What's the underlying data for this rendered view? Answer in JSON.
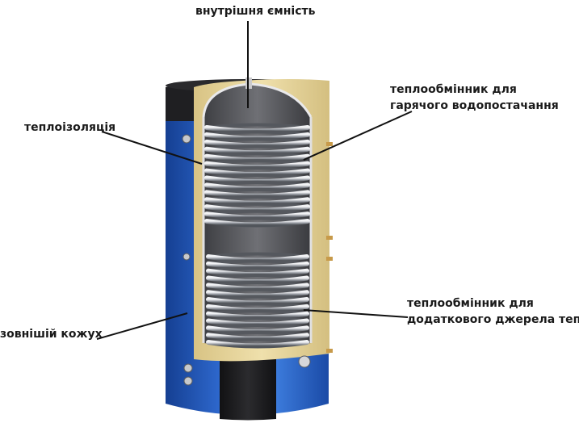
{
  "labels": {
    "inner_tank": "внутрішня ємність",
    "hot_water_hx_line1": "теплообмінник для",
    "hot_water_hx_line2": "гарячого водопостачання",
    "insulation": "теплоізоляція",
    "aux_hx_line1": "теплообмінник для",
    "aux_hx_line2": "додаткового джерела тепла",
    "outer_shell": "зовнішій кожух"
  },
  "colors": {
    "shell_blue": "#1c4fb0",
    "shell_blue_light": "#3f79da",
    "insulation": "#e8d69a",
    "inner_tank": "#5e5f63",
    "black_band": "#1d1d1f",
    "coil": "#b9bcc2",
    "leader": "#111111"
  }
}
